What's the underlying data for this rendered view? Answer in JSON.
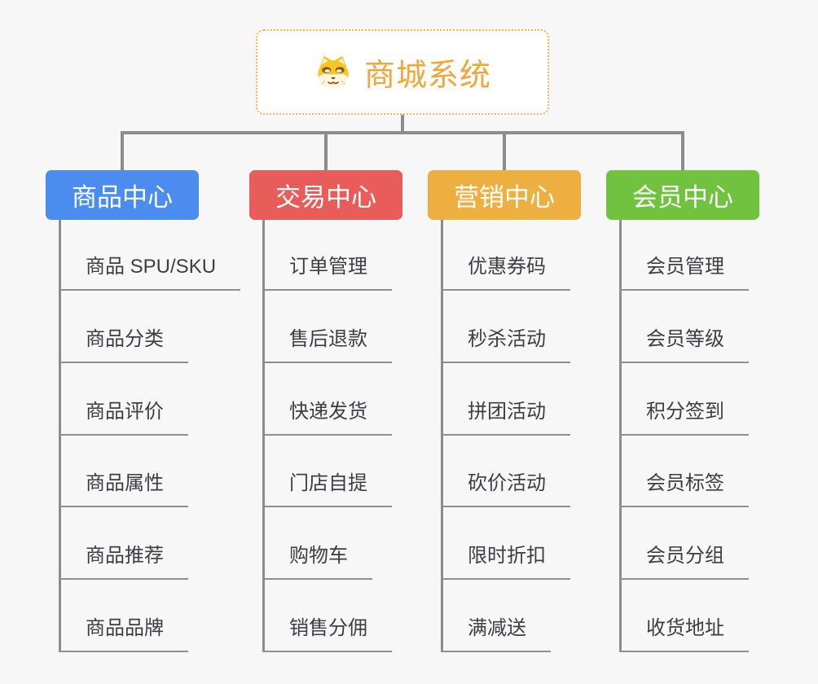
{
  "root": {
    "title": "商城系统",
    "icon": "shiba-dog-icon",
    "title_color": "#F0A737",
    "border_color": "#F5B44C"
  },
  "colors": {
    "background": "#F7F7F7",
    "connector": "#8C8C8C",
    "child_text": "#3D3D45",
    "child_underline": "#8F8F8F"
  },
  "branches": [
    {
      "label": "商品中心",
      "color": "#4A8DEE",
      "children": [
        "商品 SPU/SKU",
        "商品分类",
        "商品评价",
        "商品属性",
        "商品推荐",
        "商品品牌"
      ]
    },
    {
      "label": "交易中心",
      "color": "#E85C5A",
      "children": [
        "订单管理",
        "售后退款",
        "快递发货",
        "门店自提",
        "购物车",
        "销售分佣"
      ]
    },
    {
      "label": "营销中心",
      "color": "#ECAF40",
      "children": [
        "优惠券码",
        "秒杀活动",
        "拼团活动",
        "砍价活动",
        "限时折扣",
        "满减送"
      ]
    },
    {
      "label": "会员中心",
      "color": "#70C23F",
      "children": [
        "会员管理",
        "会员等级",
        "积分签到",
        "会员标签",
        "会员分组",
        "收货地址"
      ]
    }
  ]
}
